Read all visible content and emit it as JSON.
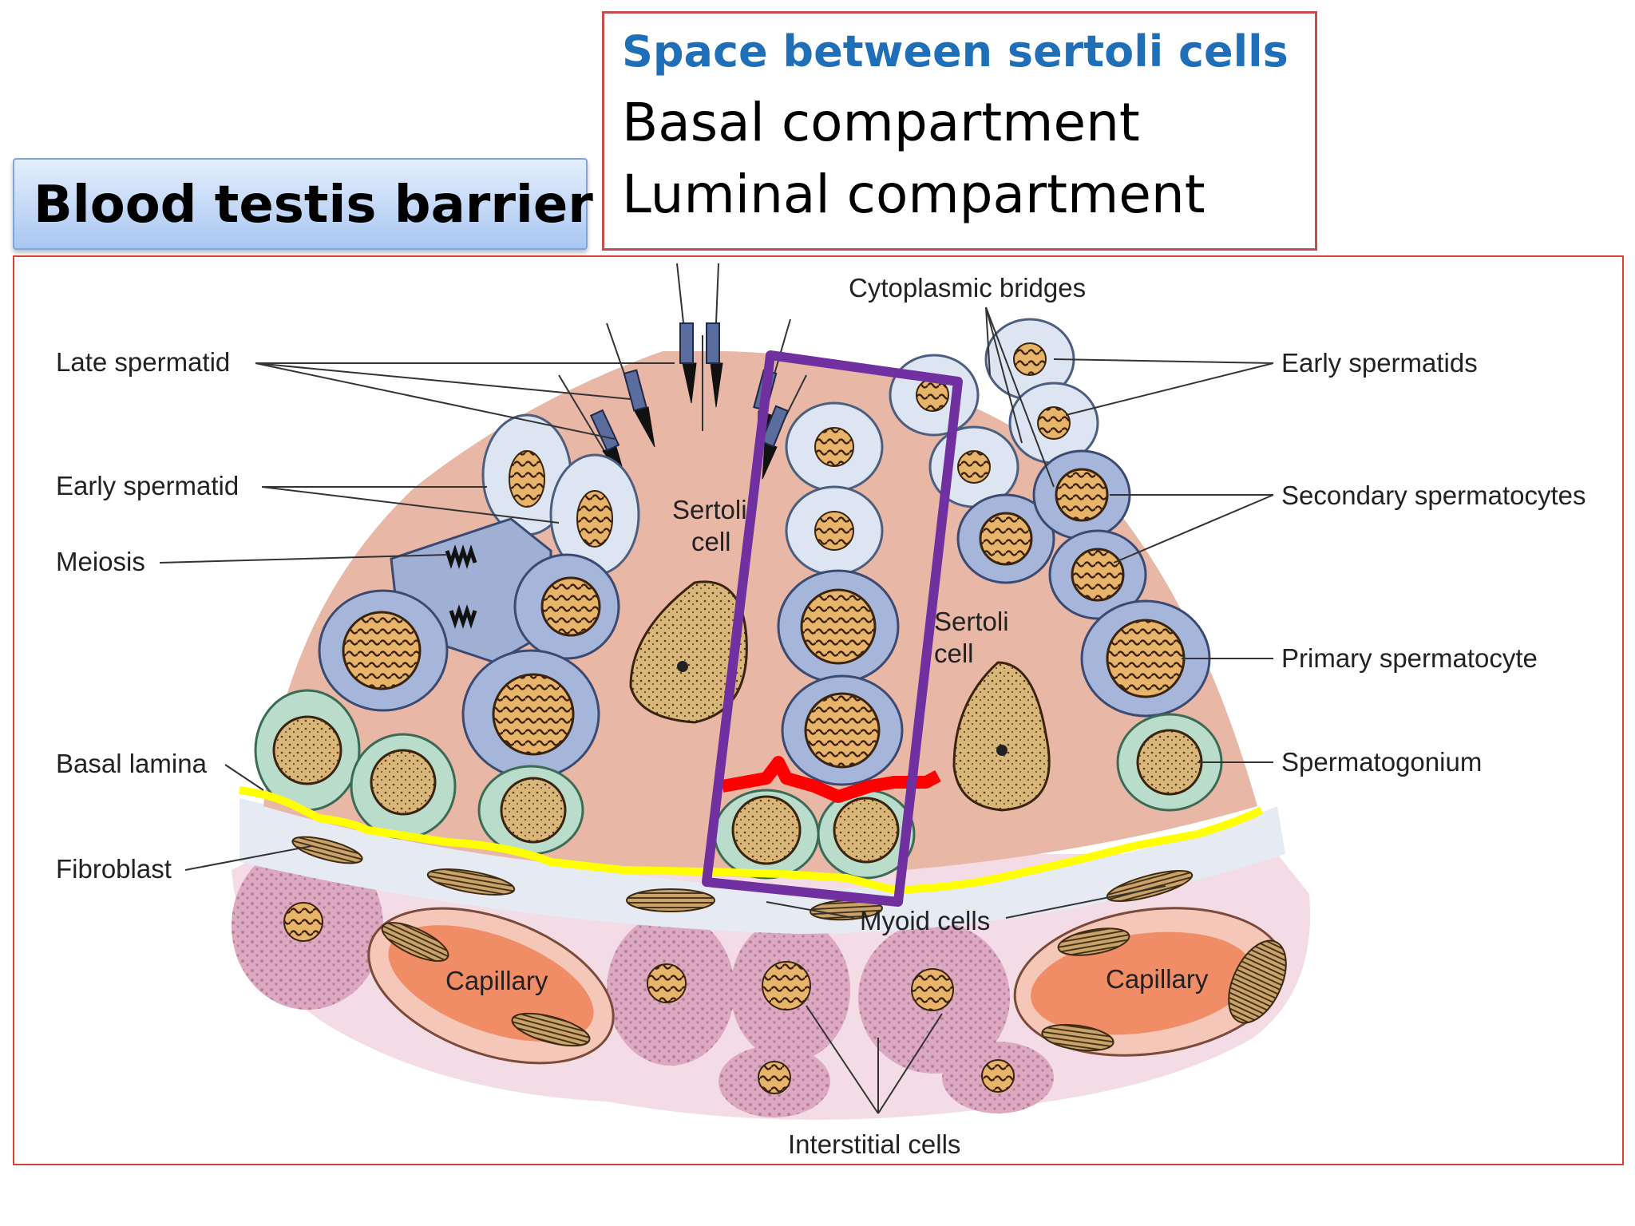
{
  "title": "Blood testis barrier",
  "info": {
    "heading": "Space between sertoli cells",
    "line1": "Basal compartment",
    "line2": "Luminal compartment"
  },
  "labels": {
    "late_spermatid": "Late spermatid",
    "early_spermatid": "Early spermatid",
    "meiosis": "Meiosis",
    "basal_lamina": "Basal lamina",
    "fibroblast": "Fibroblast",
    "cytoplasmic_bridges": "Cytoplasmic bridges",
    "early_spermatids": "Early spermatids",
    "secondary_spermatocytes": "Secondary spermatocytes",
    "primary_spermatocyte": "Primary spermatocyte",
    "spermatogonium": "Spermatogonium",
    "sertoli_cell_1a": "Sertoli",
    "sertoli_cell_1b": "cell",
    "sertoli_cell_2a": "Sertoli",
    "sertoli_cell_2b": "cell",
    "myoid_cells": "Myoid cells",
    "capillary_left": "Capillary",
    "capillary_right": "Capillary",
    "interstitial_cells": "Interstitial cells"
  },
  "colors": {
    "title_box": "#a9c7f2",
    "heading_blue": "#1f6fb8",
    "frame_red": "#d9403c",
    "highlight_purple": "#7030a0",
    "barrier_red": "#ff0000",
    "basal_lamina_yellow": "#ffff00"
  }
}
